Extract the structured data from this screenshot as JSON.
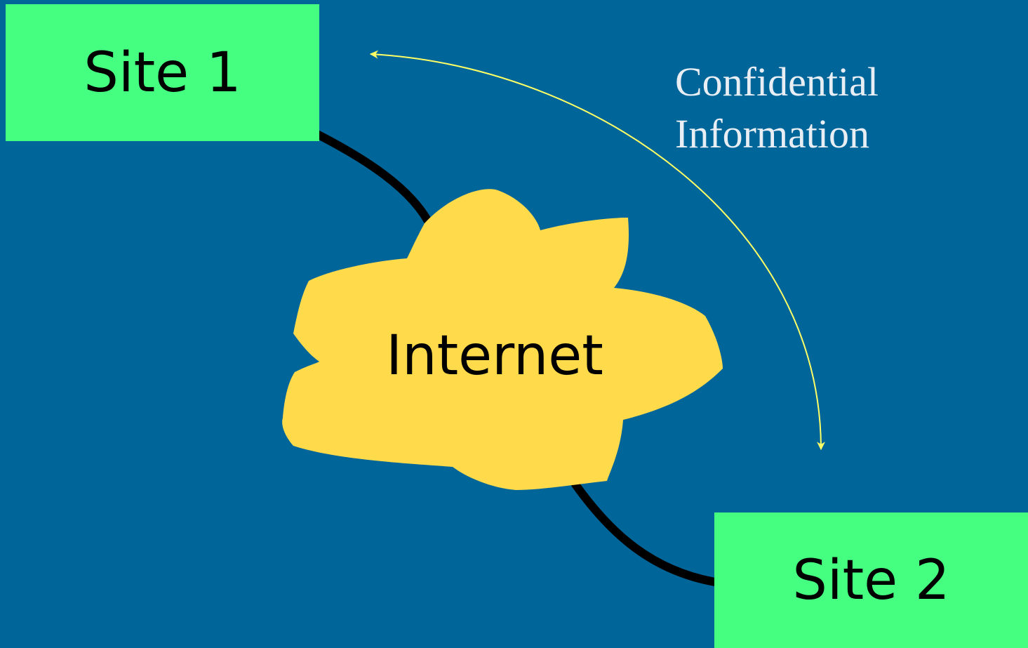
{
  "diagram": {
    "site1": {
      "label": "Site 1"
    },
    "site2": {
      "label": "Site 2"
    },
    "internet": {
      "label": "Internet"
    },
    "confidential": {
      "line1": "Confidential",
      "line2": "Information"
    }
  },
  "colors": {
    "background": "#006699",
    "site_box": "#44FF80",
    "cloud": "#FFDA4A",
    "connector": "#000000",
    "arrow": "#FFFF66",
    "annotation_text": "#E8EEF4"
  }
}
